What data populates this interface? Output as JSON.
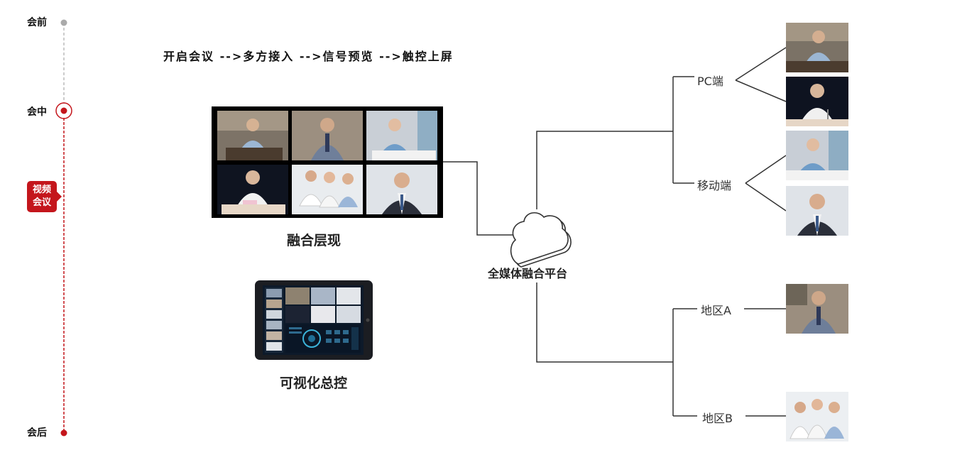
{
  "timeline": {
    "stages": [
      "会前",
      "会中",
      "会后"
    ],
    "current_badge": [
      "视频",
      "会议"
    ]
  },
  "flow_text": "开启会议 -->多方接入 -->信号预览 -->触控上屏",
  "captions": {
    "fusion_display": "融合层现",
    "visual_control": "可视化总控",
    "platform": "全媒体融合平台"
  },
  "endpoints": {
    "pc": "PC端",
    "mobile": "移动端",
    "region_a": "地区A",
    "region_b": "地区B"
  },
  "colors": {
    "accent_red": "#c4161c",
    "timeline_gray": "#bbbbbb",
    "line": "#333333"
  }
}
